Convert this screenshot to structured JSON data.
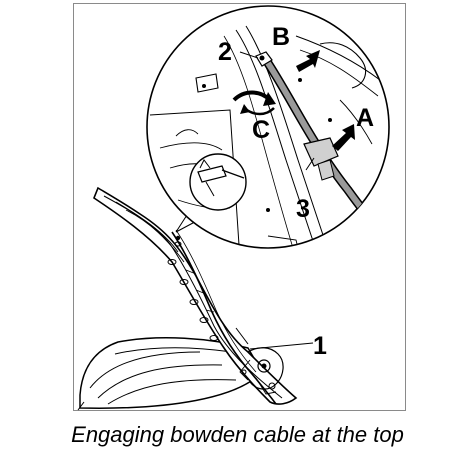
{
  "labels": {
    "one": "1",
    "two": "2",
    "three": "3",
    "a": "A",
    "b": "B",
    "c": "C"
  },
  "caption": "Engaging bowden cable at the top",
  "colors": {
    "ink": "#000000",
    "frame": "#8a8a8a",
    "tab": "#d0d0d0",
    "cable": "#9a9a9a"
  }
}
